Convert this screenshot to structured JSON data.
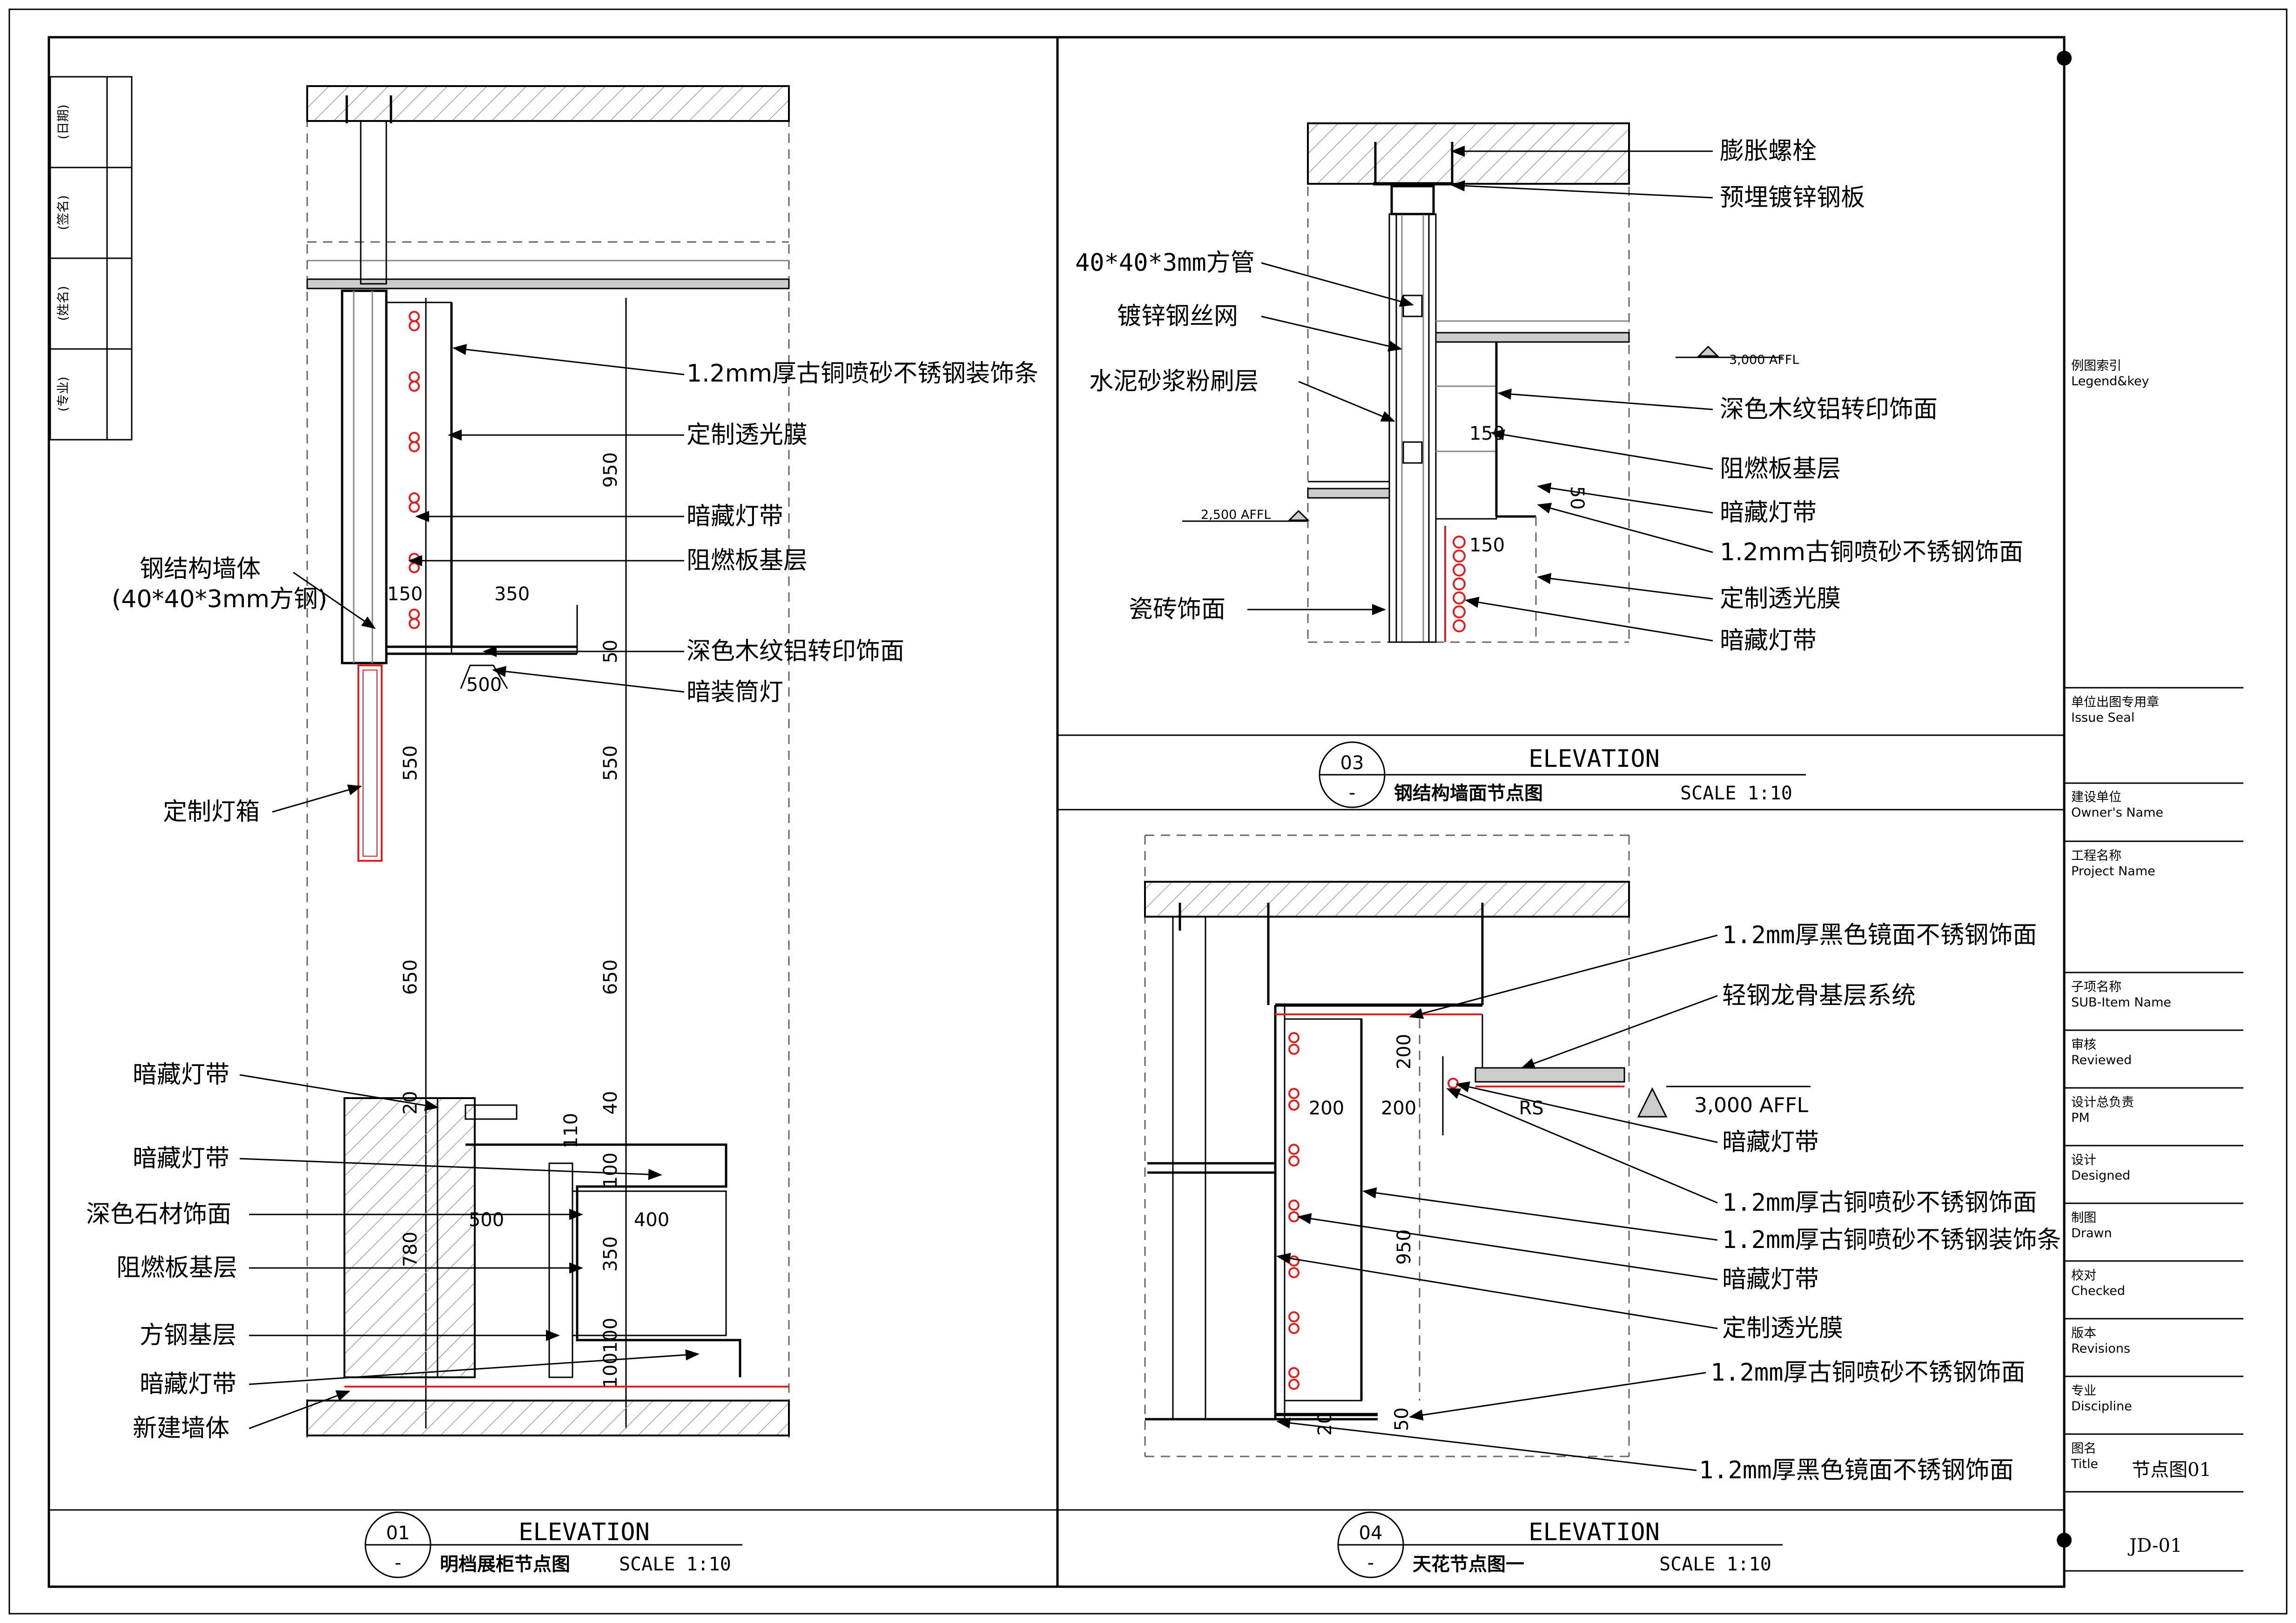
{
  "title_block": {
    "side_labels": [
      "(日期)",
      "(签名)",
      "(姓名)",
      "(专业)"
    ],
    "legend": [
      "例图索引",
      "Legend&key"
    ],
    "issue_seal": [
      "单位出图专用章",
      "Issue Seal"
    ],
    "owner": [
      "建设单位",
      "Owner's Name"
    ],
    "project": [
      "工程名称",
      "Project Name"
    ],
    "sub_item": [
      "子项名称",
      "SUB-Item Name"
    ],
    "reviewed": [
      "审核",
      "Reviewed"
    ],
    "pm": [
      "设计总负责",
      "PM"
    ],
    "designed": [
      "设计",
      "Designed"
    ],
    "drawn": [
      "制图",
      "Drawn"
    ],
    "checked": [
      "校对",
      "Checked"
    ],
    "revisions": [
      "版本",
      "Revisions"
    ],
    "discipline": [
      "专业",
      "Discipline"
    ],
    "title": [
      "图名",
      "Title"
    ],
    "title_value": "节点图01",
    "sheet_no": "JD-01"
  },
  "d01": {
    "num": "01",
    "sub": "-",
    "heading": "ELEVATION",
    "name": "明档展柜节点图",
    "scale": "SCALE 1:10",
    "labels": [
      "1.2mm厚古铜喷砂不锈钢装饰条",
      "定制透光膜",
      "暗藏灯带",
      "阻燃板基层",
      "深色木纹铝转印饰面",
      "暗装筒灯",
      "钢结构墙体",
      "(40*40*3mm方钢)",
      "定制灯箱",
      "暗藏灯带",
      "暗藏灯带",
      "深色石材饰面",
      "阻燃板基层",
      "方钢基层",
      "暗藏灯带",
      "新建墙体"
    ],
    "dims": [
      "950",
      "150",
      "350",
      "50",
      "500",
      "550",
      "550",
      "650",
      "650",
      "20",
      "40",
      "110",
      "100",
      "500",
      "400",
      "780",
      "350",
      "100",
      "100"
    ]
  },
  "d03": {
    "num": "03",
    "sub": "-",
    "heading": "ELEVATION",
    "name": "钢结构墙面节点图",
    "scale": "SCALE 1:10",
    "labels": [
      "膨胀螺栓",
      "预埋镀锌钢板",
      "40*40*3mm方管",
      "镀锌钢丝网",
      "水泥砂浆粉刷层",
      "深色木纹铝转印饰面",
      "阻燃板基层",
      "暗藏灯带",
      "1.2mm古铜喷砂不锈钢饰面",
      "定制透光膜",
      "暗藏灯带",
      "瓷砖饰面"
    ],
    "levels": [
      "3,000 AFFL",
      "2,500 AFFL"
    ],
    "dims": [
      "150",
      "50",
      "150"
    ]
  },
  "d04": {
    "num": "04",
    "sub": "-",
    "heading": "ELEVATION",
    "name": "天花节点图一",
    "scale": "SCALE 1:10",
    "labels": [
      "1.2mm厚黑色镜面不锈钢饰面",
      "轻钢龙骨基层系统",
      "暗藏灯带",
      "1.2mm厚古铜喷砂不锈钢饰面",
      "1.2mm厚古铜喷砂不锈钢装饰条",
      "暗藏灯带",
      "定制透光膜",
      "1.2mm厚古铜喷砂不锈钢饰面",
      "1.2mm厚黑色镜面不锈钢饰面"
    ],
    "level": "3,000 AFFL",
    "dims": [
      "200",
      "200",
      "200",
      "RS",
      "950",
      "20",
      "50"
    ]
  }
}
